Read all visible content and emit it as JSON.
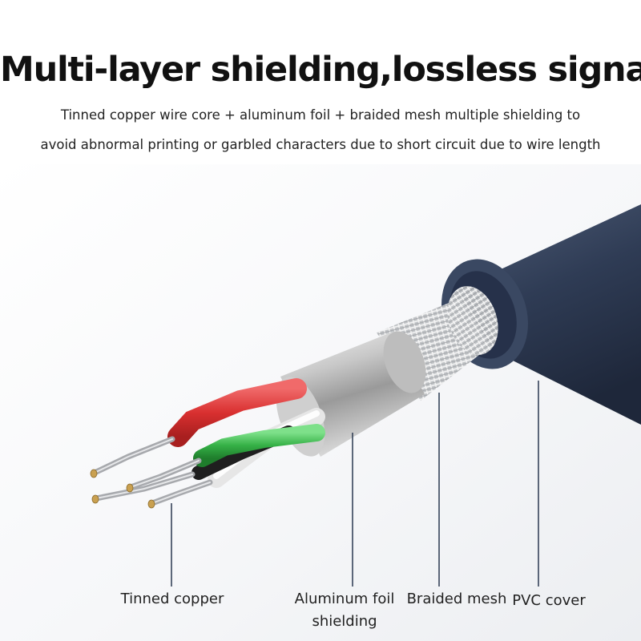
{
  "header": {
    "title": "Multi-layer shielding,lossless signal",
    "subtitle_line1": "Tinned copper wire core + aluminum foil + braided mesh multiple shielding to",
    "subtitle_line2": "avoid abnormal printing or garbled characters due to short circuit due to wire length"
  },
  "labels": {
    "tinned_copper": "Tinned copper",
    "aluminum_foil": "Aluminum foil shielding",
    "braided_mesh": "Braided mesh",
    "pvc_cover": "PVC cover"
  },
  "colors": {
    "pvc": "#2e3b52",
    "wire_red": "#e03a3a",
    "wire_green": "#3cb54a",
    "wire_white": "#f2f2f2",
    "wire_black": "#222222",
    "copper_tip": "#c9a050"
  }
}
